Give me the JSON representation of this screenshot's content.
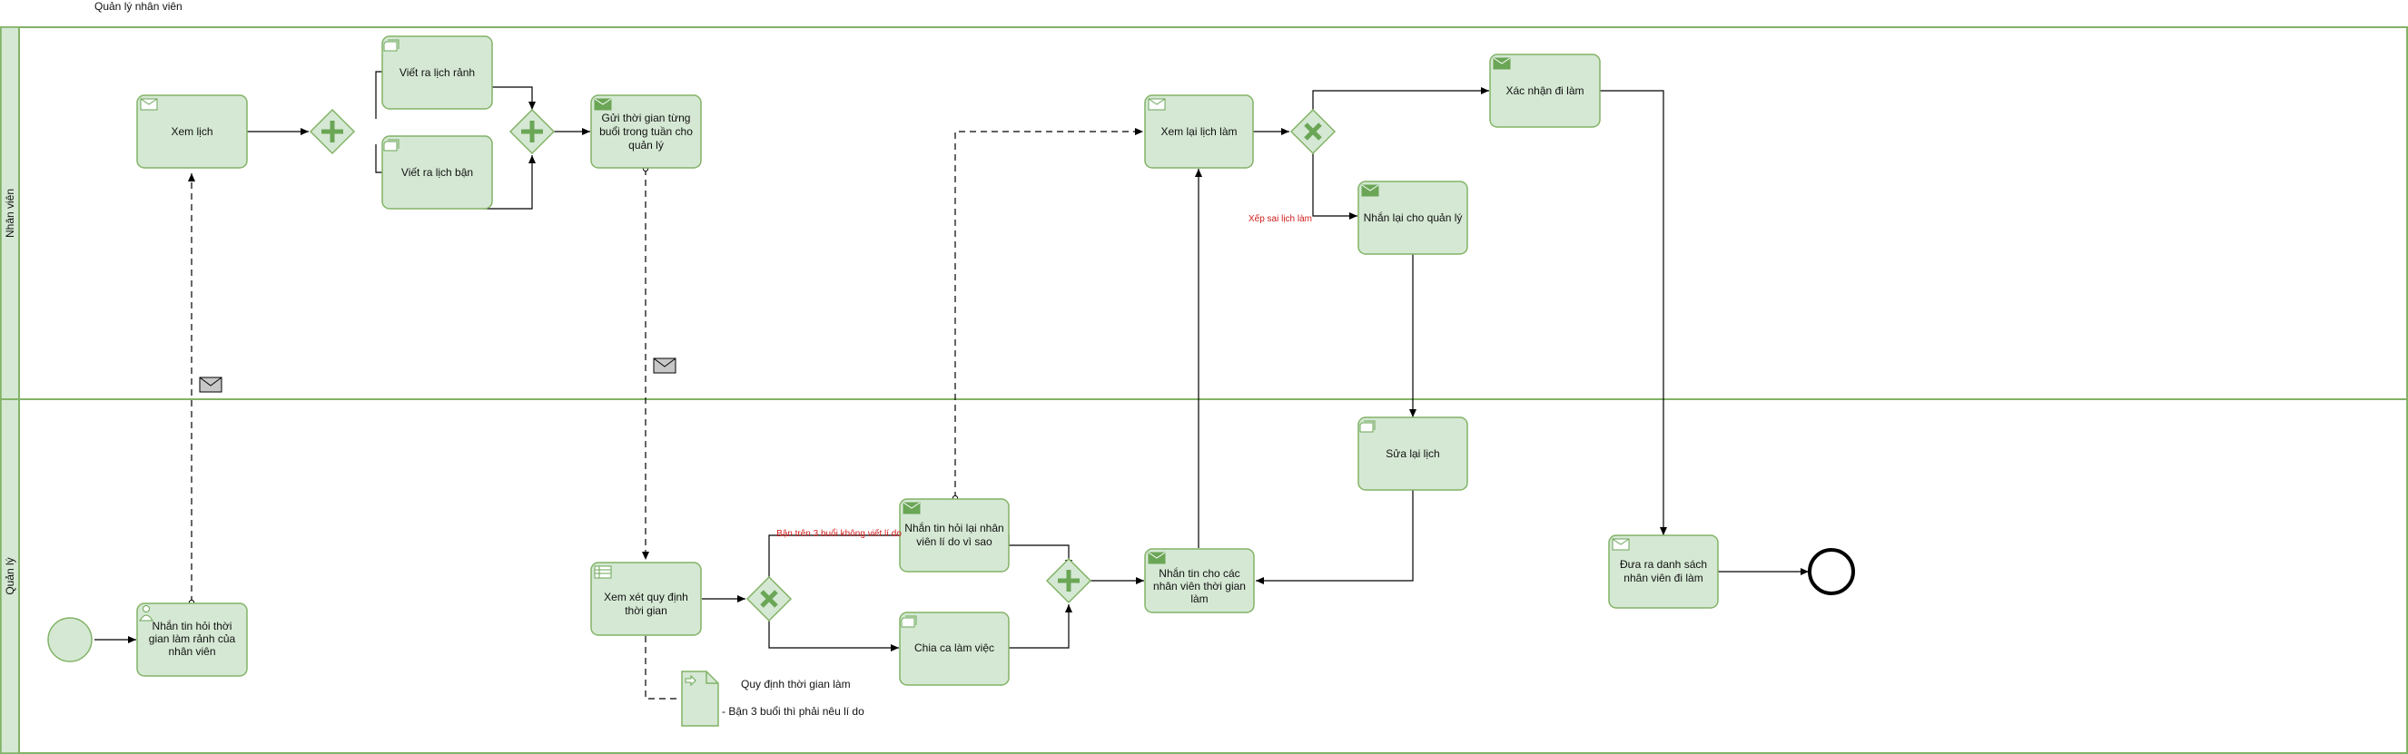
{
  "title": "Quản lý nhân viên",
  "lanes": [
    "Nhân viên",
    "Quản lý"
  ],
  "tasks": {
    "xem_lich": "Xem lịch",
    "viet_ranh": "Viết ra lịch rảnh",
    "viet_ban": "Viết ra lịch bận",
    "gui_thoi_gian": [
      "Gửi thời gian từng",
      "buổi trong tuần cho",
      "quản lý"
    ],
    "xem_lai_lich": "Xem lại lịch làm",
    "xac_nhan": "Xác nhận đi làm",
    "nhan_lai_ql": "Nhắn lại cho quản lý",
    "sua_lai_lich": "Sửa lại lịch",
    "nhan_tin_hoi": [
      "Nhắn tin hỏi thời",
      "gian làm rảnh của",
      "nhân viên"
    ],
    "xem_xet": [
      "Xem xét quy định",
      "thời gian"
    ],
    "nhan_tin_hoi_lai": [
      "Nhắn tin hỏi lại nhân",
      "viên lí do vì sao"
    ],
    "chia_ca": "Chia ca làm việc",
    "nhan_tin_cac_nv": [
      "Nhắn tin cho các",
      "nhân viên thời gian",
      "làm"
    ],
    "dua_ra_ds": [
      "Đưa ra danh sách",
      "nhân viên đi làm"
    ]
  },
  "conditions": {
    "xep_sai": "Xếp sai lịch làm",
    "ban_tren_3": "Bận trên 3 buổi không viết lí do"
  },
  "artifact": {
    "name": "Quy định thời gian làm",
    "text": "- Bận 3 buổi thì phải nêu lí do"
  },
  "colors": {
    "task_fill": "#d5e8d4",
    "task_stroke": "#82b366",
    "icon_green": "#6aa656",
    "lane_fill": "#d5e8d4",
    "condition_red": "#d21b1b"
  }
}
